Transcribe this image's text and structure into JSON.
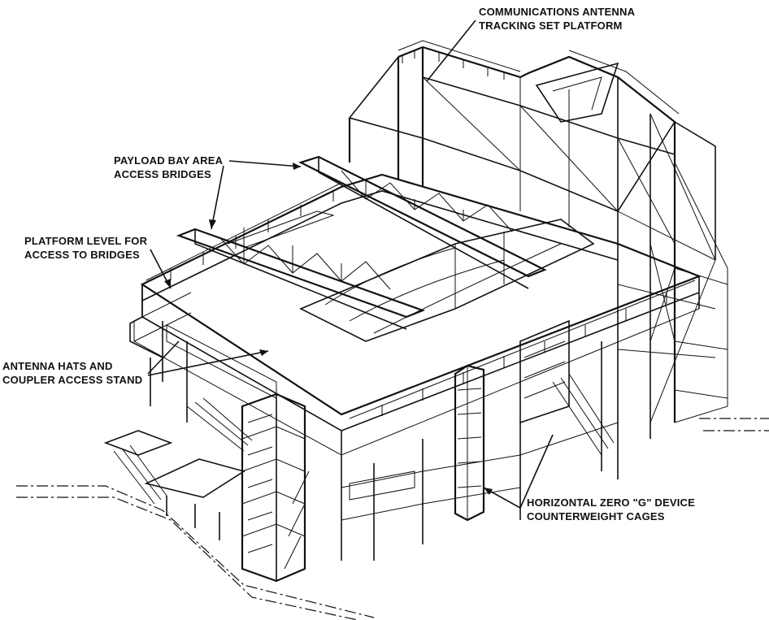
{
  "callouts": {
    "comm_antenna": {
      "line1": "COMMUNICATIONS ANTENNA",
      "line2": "TRACKING SET PLATFORM"
    },
    "payload_bridges": {
      "line1": "PAYLOAD BAY AREA",
      "line2": "ACCESS BRIDGES"
    },
    "platform_level": {
      "line1": "PLATFORM LEVEL FOR",
      "line2": "ACCESS TO BRIDGES"
    },
    "antenna_hats": {
      "line1": "ANTENNA HATS AND",
      "line2": "COUPLER ACCESS STAND"
    },
    "zero_g": {
      "line1": "HORIZONTAL ZERO \"G\" DEVICE",
      "line2": "COUNTERWEIGHT CAGES"
    }
  },
  "colors": {
    "ink": "#111111",
    "paper": "#ffffff"
  }
}
